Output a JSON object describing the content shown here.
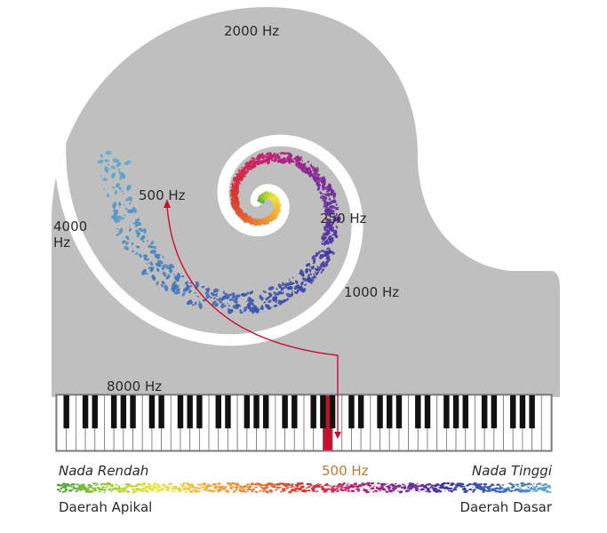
{
  "diagram": {
    "frequency_labels": {
      "f2000": "2000 Hz",
      "f500": "500 Hz",
      "f4000_line1": "4000",
      "f4000_line2": "Hz",
      "f250": "250 Hz",
      "f1000": "1000 Hz",
      "f8000": "8000 Hz"
    },
    "highlight_key_label": "500 Hz",
    "bottom": {
      "low_pitch": "Nada Rendah",
      "high_pitch": "Nada Tinggi",
      "apical_region": "Daerah Apikal",
      "base_region": "Daerah Dasar"
    }
  },
  "colors": {
    "piano_body": "#bfbfbf",
    "arrow": "#c8102e",
    "highlight_key": "#c8102e",
    "highlight_label": "#c8782a",
    "text": "#2a2a2a",
    "gradient": [
      "#4aa83a",
      "#9bc93a",
      "#f0e63c",
      "#f2b23a",
      "#e8782e",
      "#d8362e",
      "#c81e6e",
      "#7a2a9a",
      "#3a3aa0",
      "#3a6ab8",
      "#5aaad0"
    ]
  },
  "keyboard": {
    "highlighted_white_key_index": 28
  }
}
